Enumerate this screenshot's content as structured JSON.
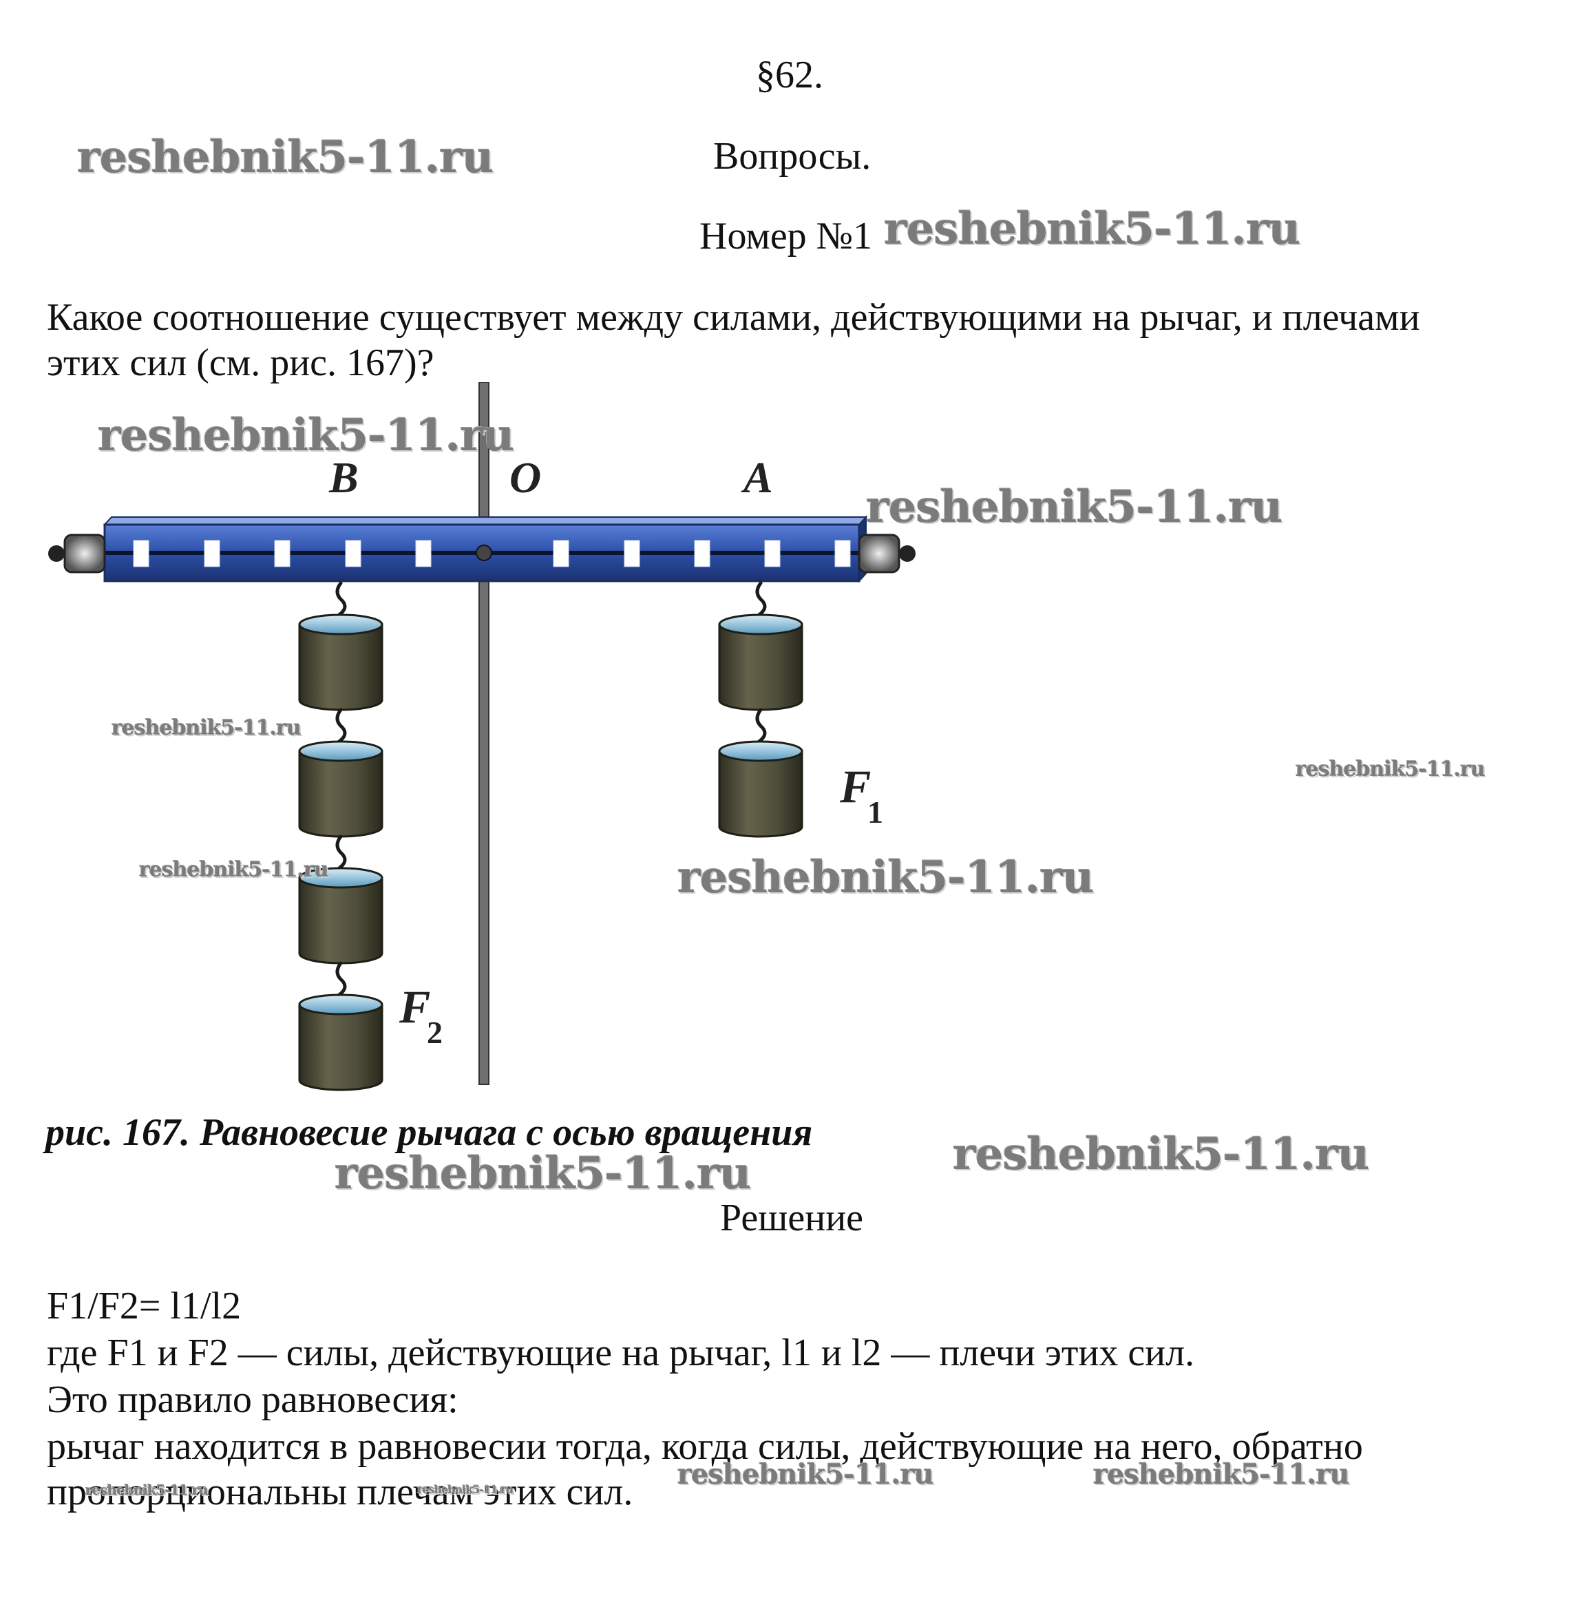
{
  "header": {
    "section": "§62.",
    "questions_heading": "Вопросы.",
    "number_label": "Номер №1"
  },
  "question": {
    "line1": "Какое соотношение существует между силами, действующими на рычаг, и плечами",
    "line2": "этих сил (см. рис. 167)?"
  },
  "figure": {
    "label_b": "B",
    "label_o": "O",
    "label_a": "A",
    "label_f1": "F",
    "label_f1_sub": "1",
    "label_f2": "F",
    "label_f2_sub": "2",
    "caption": "рис. 167. Равновесие рычага с осью вращения",
    "weights_left": 4,
    "weights_right": 2
  },
  "solution": {
    "heading": "Решение",
    "formula": "F1/F2= l1/l2",
    "line1": "где F1 и F2 — силы, действующие на рычаг, l1 и l2 — плечи этих сил.",
    "line2": "Это правило равновесия:",
    "line3": "рычаг находится в равновесии тогда, когда силы, действующие на него, обратно",
    "line4": "пропорциональны плечам этих сил."
  },
  "watermark": "reshebnik5-11.ru",
  "colors": {
    "lever": "#2b4fa8",
    "weight_body": "#4e4d3a",
    "weight_top": "#7fb9d8",
    "watermark": "#7b7b7b"
  }
}
